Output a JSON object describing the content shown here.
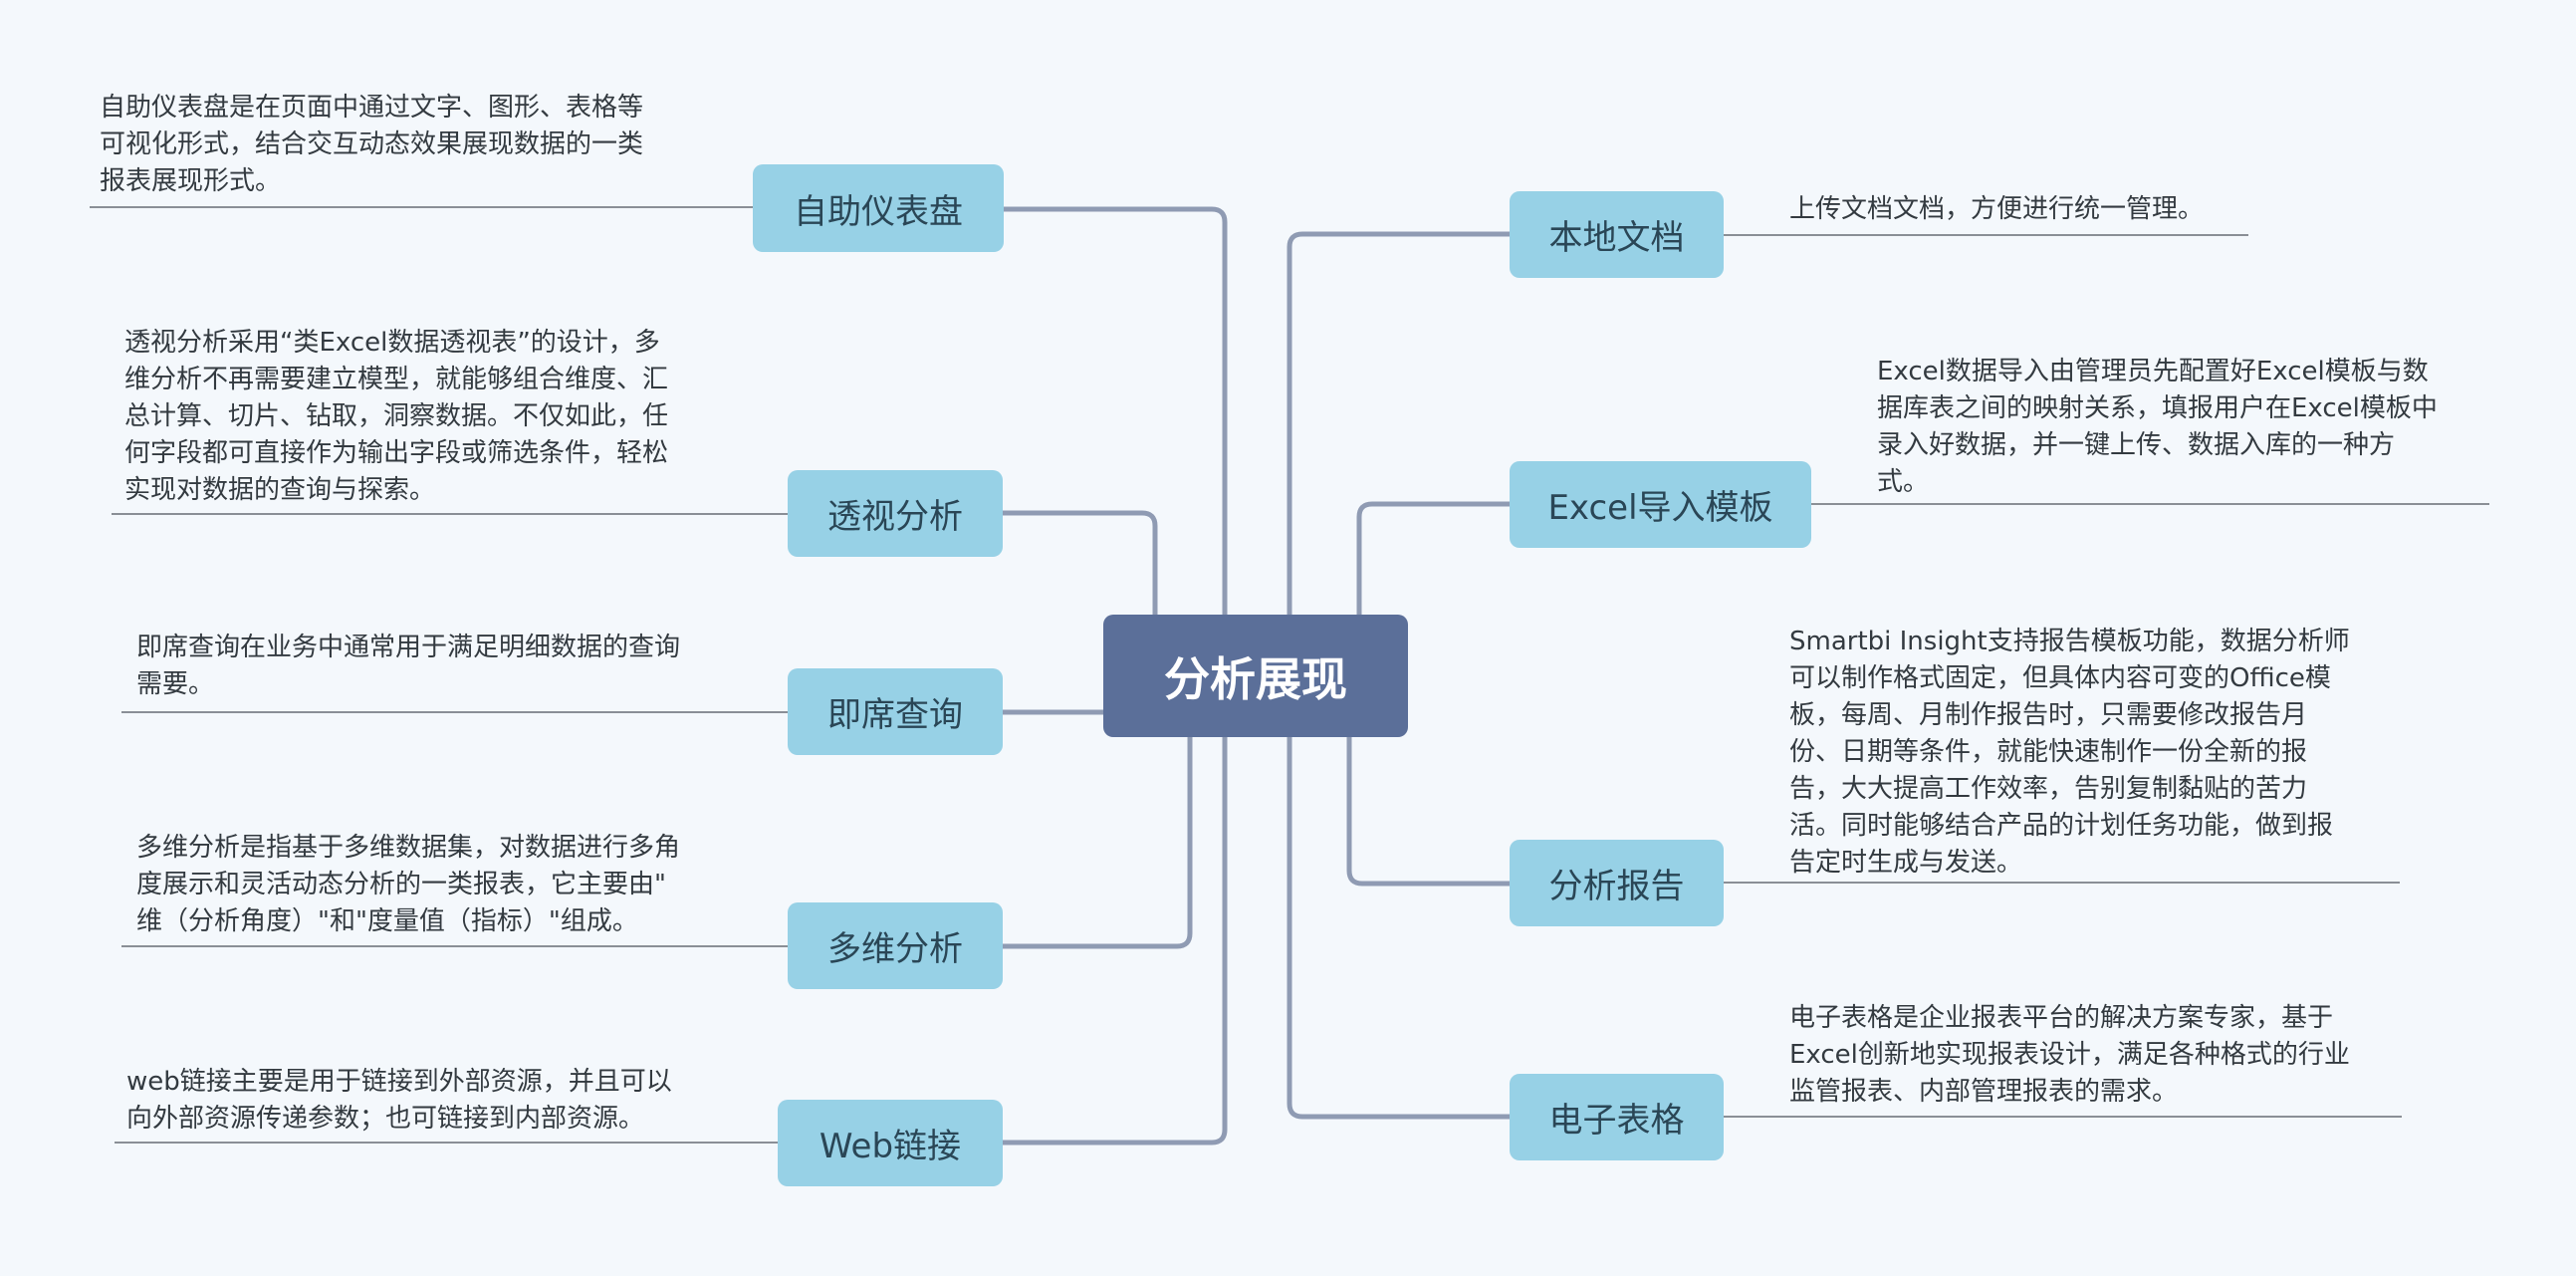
{
  "center": {
    "label": "分析展现"
  },
  "left_branches": [
    {
      "label": "自助仪表盘",
      "description": "自助仪表盘是在页面中通过文字、图形、表格等\n可视化形式，结合交互动态效果展现数据的一类\n报表展现形式。"
    },
    {
      "label": "透视分析",
      "description": "透视分析采用“类Excel数据透视表”的设计，多\n维分析不再需要建立模型，就能够组合维度、汇\n总计算、切片、钻取，洞察数据。不仅如此，任\n何字段都可直接作为输出字段或筛选条件，轻松\n实现对数据的查询与探索。"
    },
    {
      "label": "即席查询",
      "description": "即席查询在业务中通常用于满足明细数据的查询\n需要。"
    },
    {
      "label": "多维分析",
      "description": "多维分析是指基于多维数据集，对数据进行多角\n度展示和灵活动态分析的一类报表，它主要由\"\n维（分析角度）\"和\"度量值（指标）\"组成。"
    },
    {
      "label": "Web链接",
      "description": "web链接主要是用于链接到外部资源，并且可以\n向外部资源传递参数；也可链接到内部资源。"
    }
  ],
  "right_branches": [
    {
      "label": "本地文档",
      "description": "上传文档文档，方便进行统一管理。"
    },
    {
      "label": "Excel导入模板",
      "description": "Excel数据导入由管理员先配置好Excel模板与数\n据库表之间的映射关系，填报用户在Excel模板中\n录入好数据，并一键上传、数据入库的一种方\n式。"
    },
    {
      "label": "分析报告",
      "description": "Smartbi Insight支持报告模板功能，数据分析师\n可以制作格式固定，但具体内容可变的Office模\n板，每周、月制作报告时，只需要修改报告月\n份、日期等条件，就能快速制作一份全新的报\n告，大大提高工作效率，告别复制黏贴的苦力\n活。同时能够结合产品的计划任务功能，做到报\n告定时生成与发送。"
    },
    {
      "label": "电子表格",
      "description": "电子表格是企业报表平台的解决方案专家，基于\nExcel创新地实现报表设计，满足各种格式的行业\n监管报表、内部管理报表的需求。"
    }
  ],
  "colors": {
    "background": "#f4f8fc",
    "node_fill": "#97d1e6",
    "center_fill": "#5b6f99",
    "connector": "#8f9bb3",
    "underline": "#8a8f96"
  }
}
